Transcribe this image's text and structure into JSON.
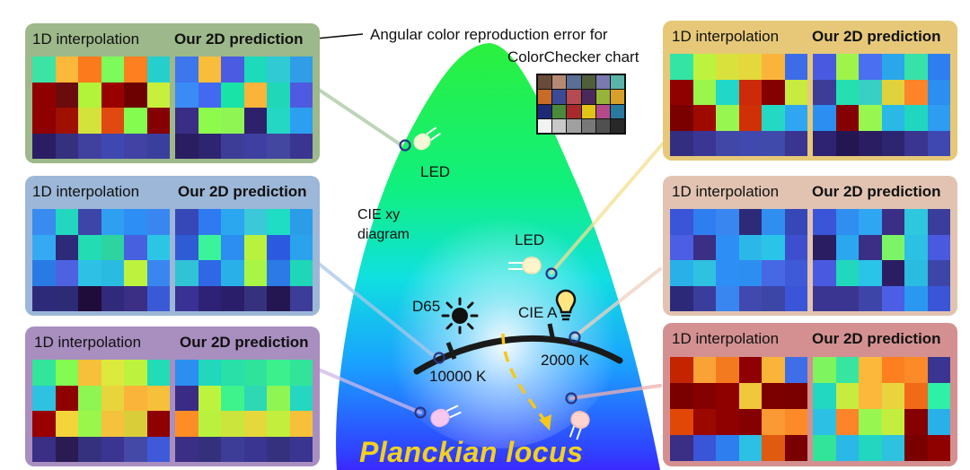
{
  "caption": {
    "line1": "Angular color reproduction error for",
    "line2": "ColorChecker chart"
  },
  "labels": {
    "cie_xy": "CIE xy",
    "diagram": "diagram",
    "led_top": "LED",
    "led_mid": "LED",
    "d65": "D65",
    "cie_a": "CIE A",
    "k10000": "10000 K",
    "k2000": "2000 K",
    "planckian": "Planckian locus"
  },
  "icons": [
    "led-bulb-icon",
    "sun-icon",
    "lightbulb-icon",
    "arrow-icon"
  ],
  "panel_colors": {
    "green": "#9db88a",
    "blue": "#9cb7d8",
    "purple": "#a98ec0",
    "gold": "#e6c878",
    "peach": "#e2c3b1",
    "red": "#d49090"
  },
  "panels": [
    {
      "id": "green",
      "left_label": "1D interpolation",
      "right_label": "Our 2D prediction",
      "left_grid": [
        "#3be3a5",
        "#fbb83b",
        "#fd7a1c",
        "#7dfb5a",
        "#fd7f1f",
        "#27cfcc",
        "#8f0000",
        "#6b0b0b",
        "#b1f43a",
        "#990000",
        "#6d0000",
        "#c6f03b",
        "#8f0000",
        "#a01000",
        "#d4e23c",
        "#e04a10",
        "#83fb4f",
        "#850000",
        "#2b1d64",
        "#35317e",
        "#40419e",
        "#3f48b1",
        "#4142a3",
        "#3a3e9c"
      ],
      "right_grid": [
        "#3e76ed",
        "#f8bd3a",
        "#4b5ce3",
        "#1cdaba",
        "#2fcad4",
        "#2f9ee7",
        "#3a8bf6",
        "#4369f1",
        "#19e3a6",
        "#fbb43a",
        "#20d7b8",
        "#4e5ae0",
        "#392d85",
        "#8efb4c",
        "#8ef553",
        "#2e216b",
        "#23d7c4",
        "#2c9ff0",
        "#2a1d62",
        "#2e2570",
        "#3d3c97",
        "#3e3fa0",
        "#44479f",
        "#3a3590"
      ]
    },
    {
      "id": "blue",
      "left_label": "1D interpolation",
      "right_label": "Our 2D prediction",
      "left_grid": [
        "#3a8bf0",
        "#22d6c0",
        "#3d46a8",
        "#2f9ff2",
        "#2d8ef5",
        "#3a86f0",
        "#36a9f3",
        "#2d2a7a",
        "#23dcb4",
        "#2dd4a0",
        "#4760e0",
        "#2bc6e6",
        "#2a7ae6",
        "#4d62e0",
        "#2fc0e6",
        "#2abbe0",
        "#bdf33e",
        "#3a86f0",
        "#2e2a7a",
        "#2d2a76",
        "#1f0c3a",
        "#312a7a",
        "#3a2e85",
        "#3a5ad5"
      ],
      "right_grid": [
        "#3648b8",
        "#2f7af0",
        "#2aa7ee",
        "#3bc8d8",
        "#1fdcc4",
        "#2b9ce8",
        "#2f5cd4",
        "#3bf39a",
        "#2b8ef0",
        "#b9f23e",
        "#2b5ae0",
        "#2aa2ec",
        "#30c3d6",
        "#2f67e4",
        "#2ab0e8",
        "#a9f545",
        "#2b7ae6",
        "#20d6b8",
        "#3a3194",
        "#2e2276",
        "#2a1e6b",
        "#35317e",
        "#231651",
        "#3d3c97"
      ]
    },
    {
      "id": "purple",
      "left_label": "1D interpolation",
      "right_label": "Our 2D prediction",
      "left_grid": [
        "#32e59a",
        "#84fb50",
        "#f6c03a",
        "#dce93d",
        "#bdf33e",
        "#22dbb7",
        "#2ec2e0",
        "#8f0000",
        "#8ef553",
        "#e8d43c",
        "#fbb43a",
        "#f6c03a",
        "#980000",
        "#f3d43b",
        "#9bf64b",
        "#f4c23c",
        "#d9ce3a",
        "#8f0000",
        "#3a2e85",
        "#2a1b52",
        "#35317e",
        "#3a3590",
        "#4449a8",
        "#3e5ad8"
      ],
      "right_grid": [
        "#2b8ef0",
        "#21d7bc",
        "#28e0a8",
        "#30e39c",
        "#3cf08e",
        "#32e49a",
        "#3a2b84",
        "#bdf33e",
        "#3ef38c",
        "#2ed8b4",
        "#8ef553",
        "#25d6c0",
        "#ff8c24",
        "#b9f23e",
        "#cbe53c",
        "#e4d83c",
        "#c3ee3e",
        "#f6c03a",
        "#3a2e85",
        "#34307c",
        "#3d3c97",
        "#3a3590",
        "#35317e",
        "#3a3590"
      ]
    },
    {
      "id": "gold",
      "left_label": "1D interpolation",
      "right_label": "Our 2D prediction",
      "left_grid": [
        "#34e4a4",
        "#bdf33e",
        "#d9e23c",
        "#e4d83c",
        "#fbb43a",
        "#3d6ce8",
        "#8f0000",
        "#9bf64b",
        "#21d7c8",
        "#cc2a08",
        "#850000",
        "#c7eb3e",
        "#7a0000",
        "#9e0a00",
        "#98f650",
        "#d03006",
        "#25d8c4",
        "#2ea6f2",
        "#332e80",
        "#3a3794",
        "#4047a6",
        "#4148ae",
        "#3f4aaa",
        "#3a3590"
      ],
      "right_grid": [
        "#4a5ae0",
        "#9ef44b",
        "#4a6ff0",
        "#2aa6ea",
        "#36e2a8",
        "#2f7ef0",
        "#3d3c97",
        "#24e0b0",
        "#38d0c4",
        "#e0d23c",
        "#fd8428",
        "#2b8ef0",
        "#2b8ef0",
        "#850000",
        "#98f650",
        "#2ab8e6",
        "#20d6c0",
        "#2e9cf0",
        "#2d2372",
        "#241650",
        "#2a1d62",
        "#2e2570",
        "#3a3590",
        "#3f48b1"
      ]
    },
    {
      "id": "peach",
      "left_label": "1D interpolation",
      "right_label": "Our 2D prediction",
      "left_grid": [
        "#3a55d8",
        "#2f7ef0",
        "#3a86f0",
        "#2d2a7a",
        "#2f8ef0",
        "#3648b8",
        "#4c5ee4",
        "#3a2e85",
        "#2d8ef5",
        "#2bb8e8",
        "#2ac4e8",
        "#3d4fcc",
        "#2ab0e8",
        "#2ec2e0",
        "#2d8ef5",
        "#2b8ef0",
        "#4768e4",
        "#3e5ad8",
        "#2c2a78",
        "#3a3d9c",
        "#3a86f0",
        "#4148ae",
        "#3c46a6",
        "#3a55d8"
      ],
      "right_grid": [
        "#3a55d8",
        "#2f8ef0",
        "#2ea6f2",
        "#3a2e85",
        "#2ec8de",
        "#3a3d9c",
        "#2a1d62",
        "#2aa7ee",
        "#3a2e85",
        "#7cf468",
        "#2bc0e4",
        "#4a5ae0",
        "#4a5ae0",
        "#21d8bc",
        "#2ac4e8",
        "#2b1d64",
        "#2abbe0",
        "#3d46a8",
        "#3a3590",
        "#3a3590",
        "#3d46a8",
        "#4c5ee4",
        "#2a98f0",
        "#3a55d8"
      ]
    },
    {
      "id": "red",
      "left_label": "1D interpolation",
      "right_label": "Our 2D prediction",
      "left_grid": [
        "#c42400",
        "#f9a236",
        "#f47a20",
        "#8f0000",
        "#fbb43a",
        "#3e6fe8",
        "#7a0000",
        "#850000",
        "#8f0000",
        "#f0c83a",
        "#7d0000",
        "#7a0000",
        "#e14808",
        "#9a0800",
        "#8f0000",
        "#850000",
        "#fb9a34",
        "#fd8a28",
        "#3a2e85",
        "#3a55d8",
        "#2f7ef0",
        "#2bc0e4",
        "#e05a10",
        "#7a0000"
      ],
      "right_grid": [
        "#7ef45e",
        "#36e6a0",
        "#fbb83b",
        "#fd7f1f",
        "#fd8a28",
        "#3a3590",
        "#22d8c0",
        "#c7eb3e",
        "#fbb83b",
        "#e8d43c",
        "#f06a18",
        "#2ef0a6",
        "#2bc0e4",
        "#fd8428",
        "#98f650",
        "#c3ee3e",
        "#850000",
        "#2ab0e8",
        "#32e49a",
        "#2ab8e6",
        "#22d6c0",
        "#2ec2e0",
        "#7a0000",
        "#8f0000"
      ]
    }
  ],
  "colorchecker": [
    "#6a4a3a",
    "#b68a72",
    "#5a6e96",
    "#505e3a",
    "#7a7ab0",
    "#5ab4a8",
    "#c86a28",
    "#3a4a96",
    "#b64a52",
    "#4a2a5a",
    "#96b438",
    "#d8a028",
    "#1e2a78",
    "#4a8a3a",
    "#a82a2a",
    "#e0c418",
    "#b44a8a",
    "#2a7aa0",
    "#f2f2f2",
    "#c8c8c8",
    "#a0a0a0",
    "#787878",
    "#505050",
    "#282828"
  ]
}
